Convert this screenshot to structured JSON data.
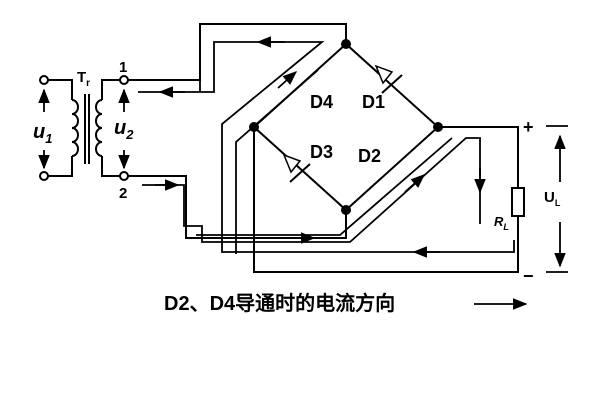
{
  "labels": {
    "tr_main": "T",
    "tr_sub": "r",
    "u1_main": "u",
    "u1_sub": "1",
    "u2_main": "u",
    "u2_sub": "2",
    "terminal_1": "1",
    "terminal_2": "2",
    "d1": "D1",
    "d2": "D2",
    "d3": "D3",
    "d4": "D4",
    "rl_main": "R",
    "rl_sub": "L",
    "ul_main": "U",
    "ul_sub": "L",
    "plus": "+",
    "minus": "−"
  },
  "caption": "D2、D4导通时的电流方向"
}
